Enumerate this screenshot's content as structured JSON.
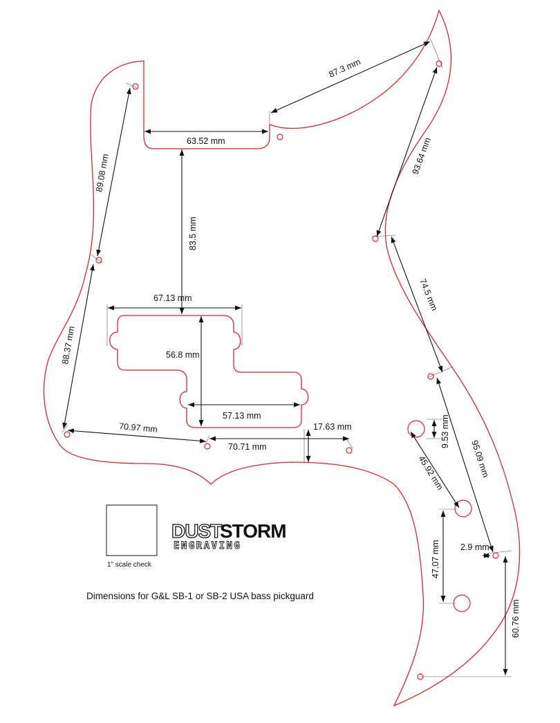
{
  "caption": "Dimensions for G&L SB-1 or SB-2 USA bass pickguard",
  "scale_check": "1” scale check",
  "logo": {
    "word1": "DUST",
    "word2": "STORM",
    "sub": "ENGRAVING"
  },
  "dimensions": {
    "d1": "87.3 mm",
    "d2": "63.52 mm",
    "d3": "89.08 mm",
    "d4": "93.64 mm",
    "d5": "83.5 mm",
    "d6": "74.5 mm",
    "d7": "67.13 mm",
    "d8": "56.8 mm",
    "d9": "88.37 mm",
    "d10": "57.13 mm",
    "d11": "70.97 mm",
    "d12": "17.63 mm",
    "d13": "70.71 mm",
    "d14": "9.53 mm",
    "d15": "95.09 mm",
    "d16": "45.92 mm",
    "d17": "47.07 mm",
    "d18": "2.9 mm",
    "d19": "60.76 mm"
  },
  "colors": {
    "outline": "#d8262c",
    "dimension": "#111111"
  }
}
